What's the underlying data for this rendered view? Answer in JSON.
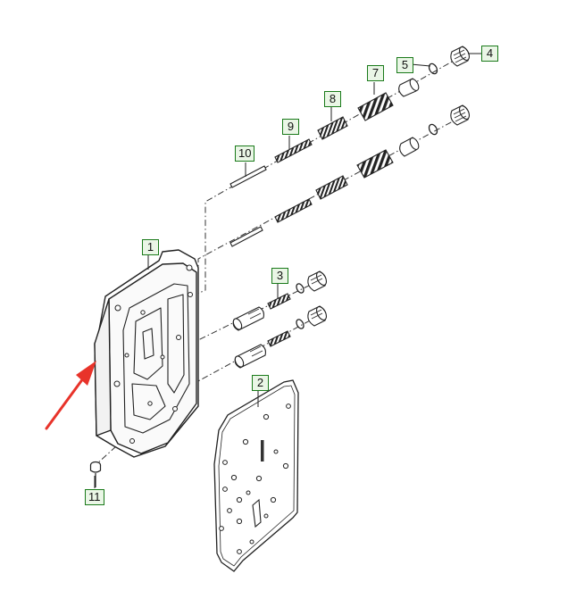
{
  "callouts": [
    {
      "id": "1",
      "label": "1"
    },
    {
      "id": "2",
      "label": "2"
    },
    {
      "id": "3",
      "label": "3"
    },
    {
      "id": "4",
      "label": "4"
    },
    {
      "id": "5",
      "label": "5"
    },
    {
      "id": "7",
      "label": "7"
    },
    {
      "id": "8",
      "label": "8"
    },
    {
      "id": "9",
      "label": "9"
    },
    {
      "id": "10",
      "label": "10"
    },
    {
      "id": "11",
      "label": "11"
    }
  ],
  "colors": {
    "line": "#222222",
    "callout_border": "#1a7a1a",
    "callout_fill": "#eaf6e6",
    "arrow": "#e8332a"
  }
}
